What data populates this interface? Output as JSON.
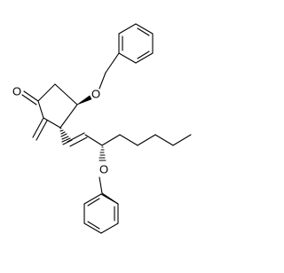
{
  "molecule": {
    "atom_labels": {
      "ketone_oxygen": "O",
      "ring_ether_oxygen": "O",
      "chain_ether_oxygen": "O"
    },
    "colors": {
      "ink": "#000000",
      "background": "#ffffff"
    }
  }
}
